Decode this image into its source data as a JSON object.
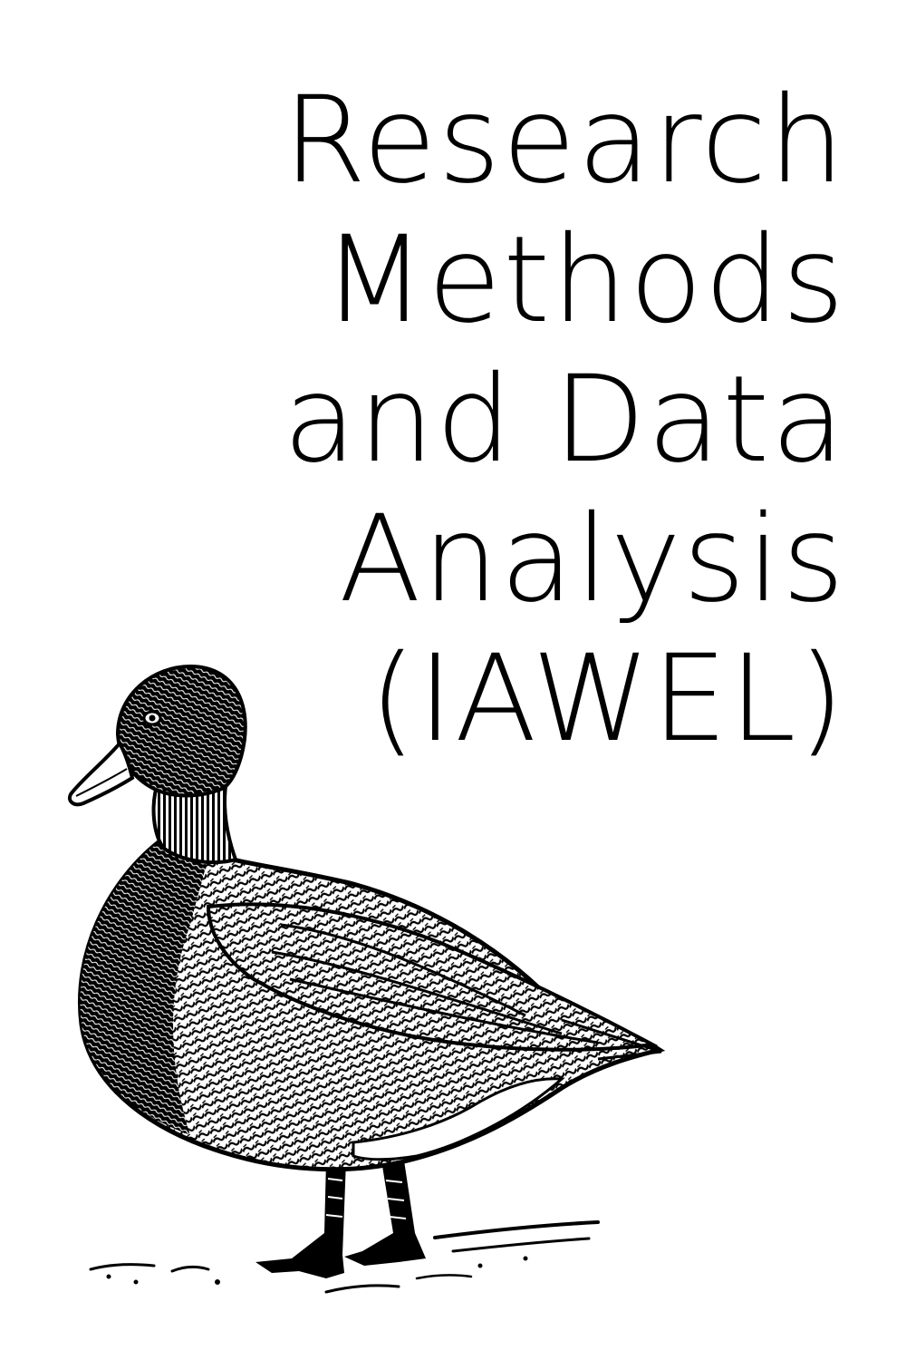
{
  "cover": {
    "title_lines": [
      "Research",
      "Methods",
      "and Data",
      "Analysis",
      "(IAWEL)"
    ],
    "ink_color": "#000000",
    "background_color": "#ffffff"
  },
  "illustration": {
    "icon": "duck-illustration-icon"
  }
}
